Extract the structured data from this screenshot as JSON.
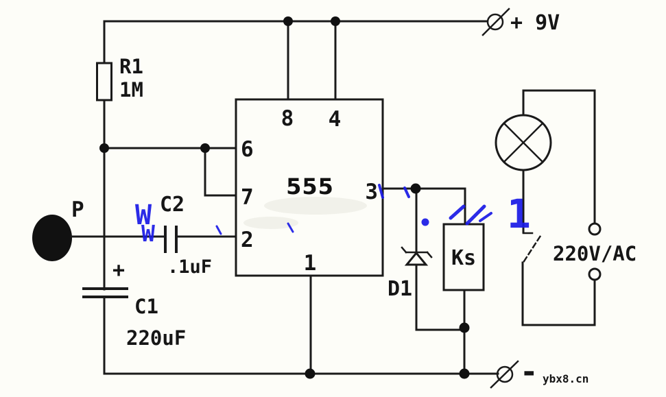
{
  "diagram": {
    "type": "circuit-schematic-555-relay-lamp",
    "ic": {
      "label": "555",
      "pin1": "1",
      "pin2": "2",
      "pin3": "3",
      "pin4": "4",
      "pin6": "6",
      "pin7": "7",
      "pin8": "8"
    },
    "resistor_r1": {
      "ref": "R1",
      "value": "1M"
    },
    "capacitor_c1": {
      "ref": "C1",
      "value": "220uF",
      "polarity": "+"
    },
    "capacitor_c2": {
      "ref": "C2",
      "value": ".1uF"
    },
    "diode_d1": {
      "ref": "D1"
    },
    "relay_ks": {
      "ref": "Ks"
    },
    "mic_p": {
      "ref": "P"
    },
    "supply": {
      "positive": "+ 9V",
      "negative_sign": "-"
    },
    "ac_source": {
      "label": "220V/AC"
    },
    "site_credit": {
      "label": "ybx8.cn"
    },
    "watermark": {
      "fragment_a": "W",
      "fragment_b": "W",
      "fragment_c": "1",
      "color": "#1a1ae6"
    }
  },
  "colors": {
    "ink": "#1a1a1a",
    "background": "#fdfdf8",
    "watermark_blue": "#1a1ae6"
  }
}
